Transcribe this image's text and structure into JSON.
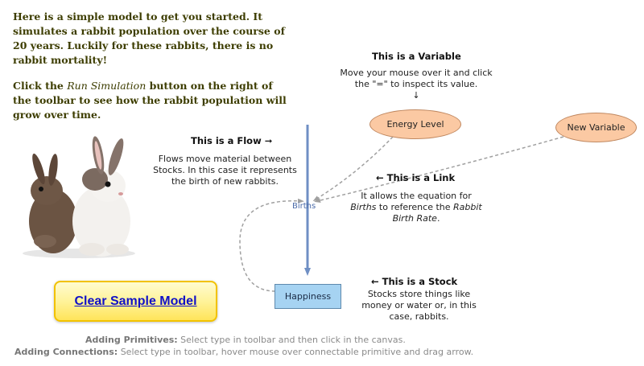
{
  "intro": {
    "paragraph1": "Here is a simple model to get you started. It simulates a rabbit population over the course of 20 years. Luckily for these rabbits, there is no rabbit mortality!",
    "paragraph2_before": "Click the ",
    "paragraph2_emph": "Run Simulation",
    "paragraph2_after": " button on the right of the toolbar to see how the rabbit population will grow over time."
  },
  "clear_button": {
    "label": "Clear Sample Model"
  },
  "hints": {
    "primitives_label": "Adding Primitives:",
    "primitives_text": " Select type in toolbar and then click in the canvas.",
    "connections_label": "Adding Connections:",
    "connections_text": " Select type in toolbar, hover mouse over connectable primitive and drag arrow."
  },
  "annotations": {
    "variable": {
      "title": "This is a Variable",
      "text": "Move your mouse over it and click the \"=\" to inspect its value.",
      "arrow": "↓"
    },
    "flow": {
      "title": "This is a Flow ➞",
      "text": "Flows move material between Stocks. In this case it represents the birth of new rabbits."
    },
    "link": {
      "title": "← This is a Link",
      "text_before": "It allows the equation for ",
      "text_emph1": "Births",
      "text_middle": " to reference the ",
      "text_emph2": "Rabbit Birth Rate",
      "text_after": "."
    },
    "stock": {
      "title": "← This is a Stock",
      "text": "Stocks store things like money or water or, in this case, rabbits."
    }
  },
  "model": {
    "variables": [
      {
        "id": "energy",
        "name": "Energy Level"
      },
      {
        "id": "newvar",
        "name": "New Variable"
      }
    ],
    "stock": {
      "name": "Happiness"
    },
    "flow": {
      "name": "Births"
    }
  },
  "colors": {
    "variable_fill": "#fbc9a3",
    "stock_fill": "#a6d3f2",
    "flow_line": "#6f8fc4",
    "link_line": "#a0a0a0",
    "button_text": "#1010c8"
  }
}
